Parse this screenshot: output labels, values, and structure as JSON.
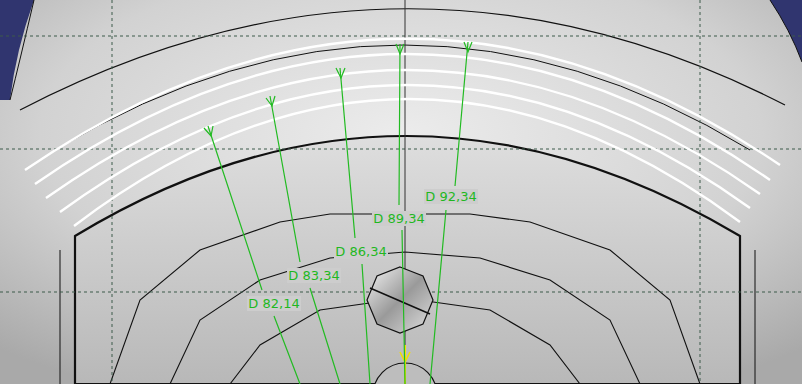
{
  "diagram": {
    "labels": [
      "D 92,34",
      "D 89,34",
      "D 86,34",
      "D 83,34",
      "D 82,14"
    ]
  }
}
